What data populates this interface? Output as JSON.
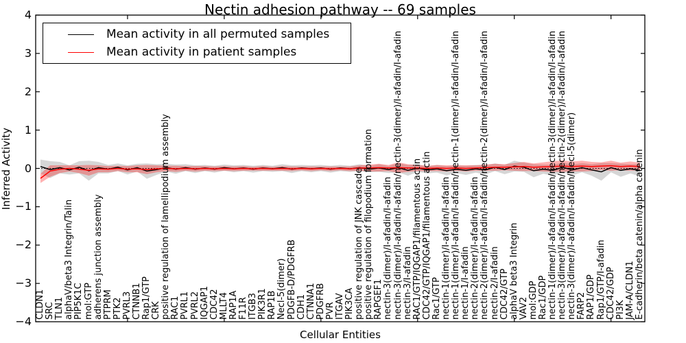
{
  "title": "Nectin adhesion pathway -- 69 samples",
  "chart_data": {
    "type": "line",
    "title": "Nectin adhesion pathway -- 69 samples",
    "xlabel": "Cellular Entities",
    "ylabel": "Inferred Activity",
    "ylim": [
      -4,
      4
    ],
    "yticks": [
      4,
      3,
      2,
      1,
      0,
      -1,
      -2,
      -3,
      -4
    ],
    "xtick_label_rotation": 90,
    "grid": false,
    "legend_position": "upper left",
    "baseline": {
      "value": 0,
      "style": "dotted",
      "color": "#000000"
    },
    "categories": [
      "CLDN1",
      "SRC",
      "TLN1",
      "alphaV/beta3 Integrin/Talin",
      "PIP5K1C",
      "mol:GTP",
      "adherens junction assembly",
      "PTPRM",
      "PTK2",
      "PVRL3",
      "CTNNB1",
      "Rap1/GTP",
      "CRK",
      "positive regulation of lamellipodium assembly",
      "RAC1",
      "PVRL1",
      "PVRL2",
      "IQGAP1",
      "CDC42",
      "MLLT4",
      "RAP1A",
      "F11R",
      "ITGB3",
      "PIK3R1",
      "RAP1B",
      "Necl-5(dimer)",
      "PDGFB-D/PDGFRB",
      "CDH1",
      "CTNNA1",
      "PDGFRB",
      "PVR",
      "ITGAV",
      "PIK3CA",
      "positive regulation of JNK cascade",
      "positive regulation of filopodium formation",
      "RAPGEF1",
      "nectin-3(dimer)/I-afadin/I-afadin",
      "nectin-3(dimer)/I-afadin/I-afadin/nectin-3(dimer)/I-afadin/I-afadin",
      "nectin-3/I-afadin",
      "RAC1/GTP/IQGAP1/filamentous actin",
      "CDC42/GTP/IQGAP1/filamentous actin",
      "Rac1/GTP",
      "nectin-1(dimer)/I-afadin/I-afadin",
      "nectin-1(dimer)/I-afadin/I-afadin/nectin-1(dimer)/I-afadin/I-afadin",
      "nectin-1/I-afadin",
      "nectin-2(dimer)/I-afadin/I-afadin",
      "nectin-2(dimer)/I-afadin/I-afadin/nectin-2(dimer)/I-afadin/I-afadin",
      "nectin-2/I-afadin",
      "CDC42/GTP",
      "alphaV beta3 Integrin",
      "VAV2",
      "mol:GDP",
      "Rac1/GDP",
      "nectin-1(dimer)/I-afadin/I-afadin/nectin-3(dimer)/I-afadin/I-afadin",
      "nectin-3(dimer)/I-afadin/I-afadin/nectin-2(dimer)/I-afadin/I-afadin",
      "nectin-3(dimer)/I-afadin/I-afadin/Necl-5(dimer)",
      "FARP2",
      "RAP1/GDP",
      "Rap1/GTP/I-afadin",
      "CDC42/GDP",
      "PI3K",
      "JAM-A/CLDN1",
      "E-cadherin/beta catenin/alpha catenin"
    ],
    "series": [
      {
        "name": "Mean activity in all permuted samples",
        "color": "#000000",
        "band_color": "rgba(128,128,128,0.32)",
        "values": [
          0.05,
          -0.03,
          0.02,
          -0.04,
          0.03,
          -0.06,
          0.02,
          -0.02,
          0.03,
          -0.04,
          0.02,
          -0.07,
          -0.03,
          0.02,
          -0.02,
          0.02,
          -0.02,
          0.01,
          -0.02,
          0.02,
          -0.01,
          0.01,
          -0.02,
          0.01,
          -0.01,
          0.02,
          -0.02,
          0.01,
          -0.01,
          0.01,
          -0.02,
          0.01,
          -0.01,
          0.02,
          -0.02,
          0.01,
          -0.03,
          0.02,
          -0.05,
          0.01,
          -0.04,
          -0.01,
          -0.06,
          -0.02,
          -0.05,
          -0.01,
          -0.04,
          0.03,
          -0.03,
          0.06,
          0.03,
          -0.06,
          -0.02,
          -0.05,
          0.03,
          -0.04,
          0.02,
          -0.04,
          -0.09,
          0.02,
          -0.05,
          -0.01,
          -0.05
        ],
        "band_halfwidth": [
          0.18,
          0.22,
          0.15,
          0.12,
          0.16,
          0.26,
          0.15,
          0.11,
          0.1,
          0.12,
          0.1,
          0.2,
          0.14,
          0.1,
          0.12,
          0.09,
          0.1,
          0.08,
          0.09,
          0.08,
          0.09,
          0.08,
          0.09,
          0.08,
          0.08,
          0.09,
          0.1,
          0.08,
          0.09,
          0.08,
          0.09,
          0.08,
          0.08,
          0.09,
          0.08,
          0.1,
          0.09,
          0.12,
          0.14,
          0.1,
          0.09,
          0.1,
          0.12,
          0.1,
          0.12,
          0.1,
          0.12,
          0.1,
          0.12,
          0.14,
          0.12,
          0.17,
          0.12,
          0.14,
          0.13,
          0.14,
          0.12,
          0.15,
          0.23,
          0.12,
          0.17,
          0.12,
          0.16
        ]
      },
      {
        "name": "Mean activity in patient samples",
        "color": "#ff0000",
        "band_color": "rgba(255,0,0,0.30)",
        "values": [
          -0.26,
          -0.07,
          -0.02,
          0.0,
          -0.02,
          -0.05,
          -0.01,
          -0.02,
          0.0,
          -0.02,
          -0.01,
          -0.03,
          -0.01,
          0.0,
          -0.01,
          0.0,
          -0.01,
          0.0,
          -0.01,
          0.0,
          -0.01,
          0.0,
          -0.01,
          0.0,
          -0.01,
          0.0,
          -0.01,
          0.0,
          -0.01,
          0.0,
          -0.01,
          0.0,
          -0.01,
          0.01,
          0.01,
          0.02,
          0.01,
          0.02,
          0.01,
          0.01,
          0.0,
          0.01,
          0.0,
          0.01,
          0.0,
          0.01,
          0.02,
          0.03,
          0.03,
          0.04,
          0.05,
          0.03,
          0.04,
          0.05,
          0.06,
          0.05,
          0.06,
          0.05,
          0.06,
          0.07,
          0.05,
          0.06,
          0.05
        ],
        "band_halfwidth": [
          0.12,
          0.15,
          0.1,
          0.08,
          0.1,
          0.14,
          0.09,
          0.08,
          0.07,
          0.08,
          0.09,
          0.12,
          0.09,
          0.07,
          0.08,
          0.06,
          0.07,
          0.06,
          0.06,
          0.06,
          0.06,
          0.06,
          0.05,
          0.06,
          0.05,
          0.06,
          0.06,
          0.05,
          0.06,
          0.05,
          0.06,
          0.05,
          0.06,
          0.07,
          0.09,
          0.1,
          0.08,
          0.14,
          0.1,
          0.08,
          0.07,
          0.08,
          0.08,
          0.07,
          0.08,
          0.07,
          0.08,
          0.09,
          0.08,
          0.1,
          0.12,
          0.1,
          0.12,
          0.14,
          0.15,
          0.13,
          0.14,
          0.12,
          0.1,
          0.13,
          0.1,
          0.12,
          0.1
        ]
      }
    ]
  }
}
